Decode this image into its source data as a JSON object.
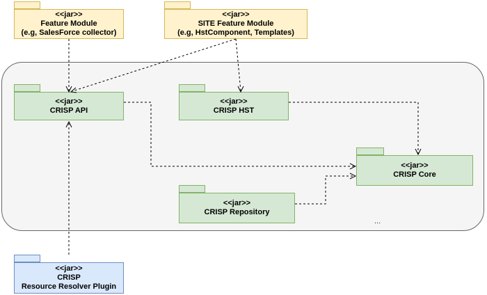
{
  "packages": {
    "feature_module": {
      "stereotype": "<<jar>>",
      "line1": "Feature Module",
      "line2": "(e.g, SalesForce collector)"
    },
    "site_feature_module": {
      "stereotype": "<<jar>>",
      "line1": "SITE Feature Module",
      "line2": "(e.g, HstComponent, Templates)"
    },
    "crisp_api": {
      "stereotype": "<<jar>>",
      "line1": "CRISP API"
    },
    "crisp_hst": {
      "stereotype": "<<jar>>",
      "line1": "CRISP HST"
    },
    "crisp_core": {
      "stereotype": "<<jar>>",
      "line1": "CRISP Core"
    },
    "crisp_repository": {
      "stereotype": "<<jar>>",
      "line1": "CRISP Repository"
    },
    "resource_resolver": {
      "stereotype": "<<jar>>",
      "line1": "CRISP",
      "line2": "Resource Resolver Plugin"
    }
  },
  "ellipsis": "...",
  "colors": {
    "yellow_fill": "#fff2cc",
    "yellow_stroke": "#d6b656",
    "green_fill": "#d5e8d4",
    "green_stroke": "#82b366",
    "blue_fill": "#dae8fc",
    "blue_stroke": "#6c8ebf",
    "container_fill": "#f5f5f5",
    "container_stroke": "#666666"
  }
}
